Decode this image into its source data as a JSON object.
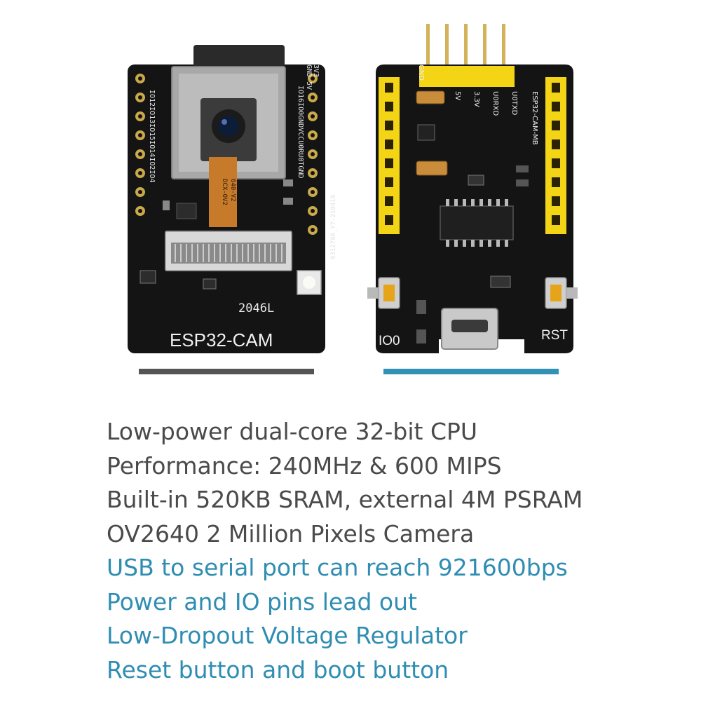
{
  "colors": {
    "gray_text": "#4a4a4a",
    "blue_text": "#2f8db2",
    "bar_left": "#555555",
    "bar_right": "#3192b5",
    "pcb": "#141414",
    "header_yellow": "#f4d516"
  },
  "left_board": {
    "name_label": "ESP32-CAM",
    "code_label": "2046L",
    "camera_label_1": "DCX-OV2",
    "camera_label_2": "640-V2",
    "pin_labels_1": "3V3",
    "pin_labels_2": "IO16IO0GNDVCCU0RU0TGND",
    "pin_labels_3": "GND 5V",
    "pin_labels_4": "IO12IO13IO15IO14IO2IO4"
  },
  "right_board": {
    "name_label": "ESP32-CAM-MB",
    "button_left_label": "IO0",
    "button_right_label": "RST",
    "pin_gnd": "GND",
    "pin_5v": "5V",
    "pin_33v": "3.3V",
    "pin_u0rxd": "U0RXD",
    "pin_u0txd": "U0TXD",
    "code_label": "631279A_Y7-210419"
  },
  "features": [
    {
      "text": "Low-power dual-core 32-bit CPU",
      "tone": "gray"
    },
    {
      "text": "Performance:  240MHz & 600 MIPS",
      "tone": "gray"
    },
    {
      "text": "Built-in 520KB SRAM, external 4M PSRAM",
      "tone": "gray"
    },
    {
      "text": "OV2640 2 Million Pixels Camera",
      "tone": "gray"
    },
    {
      "text": "USB to serial port can reach 921600bps",
      "tone": "blue"
    },
    {
      "text": "Power and IO pins lead out",
      "tone": "blue"
    },
    {
      "text": "Low-Dropout Voltage Regulator",
      "tone": "blue"
    },
    {
      "text": "Reset button and boot button",
      "tone": "blue"
    }
  ]
}
